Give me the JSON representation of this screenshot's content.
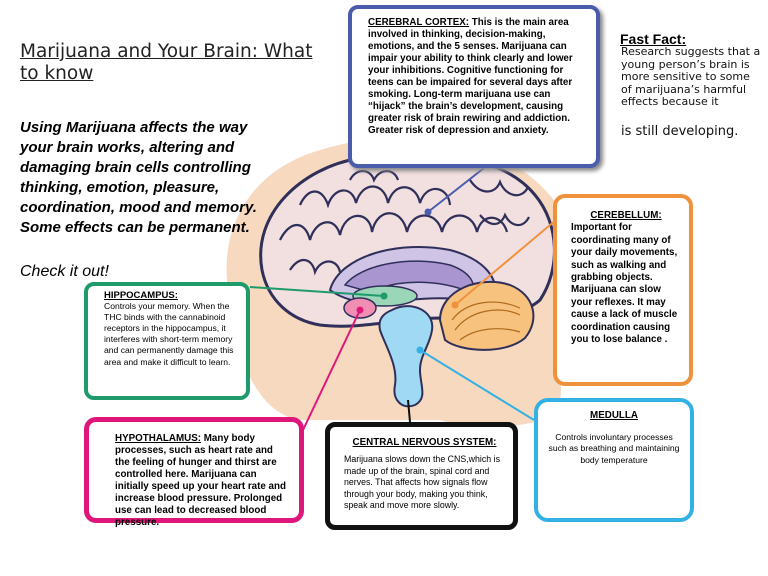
{
  "page": {
    "title": "Marijuana and Your Brain: What to know",
    "intro": "Using Marijuana affects the way your brain works, altering and damaging brain cells controlling thinking, emotion, pleasure, coordination, mood and memory. Some effects can be permanent.",
    "check_it_out": "Check it out!"
  },
  "fast_fact": {
    "title": "Fast Fact:",
    "text": "Research suggests that a young person’s brain is more sensitive to some of marijuana’s harmful effects because it",
    "tail": "is still developing."
  },
  "cortex": {
    "heading": "CEREBRAL CORTEX:",
    "text": "This is the main area involved in thinking, decision-making, emotions, and the 5 senses. Marijuana can impair your ability to think clearly and lower your inhibitions. Cognitive functioning for teens can be impaired for several days after smoking. Long-term marijuana use can “hijack” the brain’s development, causing greater risk of brain rewiring and addiction. Greater risk of depression and anxiety."
  },
  "cerebellum": {
    "heading": "CEREBELLUM:",
    "text": "Important for coordinating many of your daily movements, such as walking and grabbing objects. Marijuana can slow your reflexes. It may cause a lack of muscle coordination causing you to lose balance ."
  },
  "hippocampus": {
    "heading": "HIPPOCAMPUS:",
    "text": "Controls your memory. When the THC binds with the cannabinoid receptors in the hippocampus, it interferes with short-term memory and can permanently damage this area and make it difficult to learn."
  },
  "hypothalamus": {
    "heading": "HYPOTHALAMUS:",
    "text": "Many body processes, such as heart rate and the feeling of hunger and thirst are controlled here. Marijuana can initially speed up your heart rate and increase blood pressure. Prolonged use can lead to decreased blood pressure."
  },
  "cns": {
    "heading": "CENTRAL NERVOUS SYSTEM:",
    "text": "Marijuana slows down the CNS,which is made up of the brain, spinal cord and nerves. That affects how signals flow through your body, making you think, speak and move more slowly."
  },
  "medulla": {
    "heading": "MEDULLA",
    "text": "Controls involuntary processes such as breathing and maintaining body temperature"
  },
  "colors": {
    "cortex": "#4a5cab",
    "cerebellum": "#f0923c",
    "hippocampus": "#1f9a6b",
    "hypothalamus": "#e0177a",
    "cns": "#111111",
    "medulla": "#34b1e4"
  }
}
